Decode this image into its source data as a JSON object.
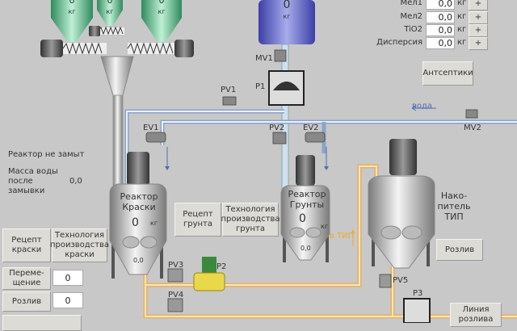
{
  "silos": [
    {
      "value": "0",
      "unit": "кг"
    },
    {
      "value": "0",
      "unit": "кг"
    },
    {
      "value": "0",
      "unit": "кг"
    }
  ],
  "water_tank": {
    "value": "0",
    "unit": "кг"
  },
  "ingredients": [
    {
      "label": "Мел1",
      "value": "0,0",
      "unit": "кг",
      "add": "+"
    },
    {
      "label": "Мел2",
      "value": "0,0",
      "unit": "кг",
      "add": "+"
    },
    {
      "label": "TiO2",
      "value": "0,0",
      "unit": "кг",
      "add": "+"
    },
    {
      "label": "Дисперсия",
      "value": "0,0",
      "unit": "кг",
      "add": "+"
    }
  ],
  "antiseptics_button": "Антсептики",
  "water_label": "вода",
  "valves": {
    "mv1": "MV1",
    "mv2": "MV2",
    "pv1": "PV1",
    "pv2": "PV2",
    "pv3": "PV3",
    "pv4": "PV4",
    "pv5": "PV5",
    "ev1": "EV1",
    "ev2": "EV2",
    "p1": "P1",
    "p2": "P2",
    "p3": "P3"
  },
  "status": {
    "wash": "Реактор не замыт",
    "water_mass_label": "Масса воды после замывки",
    "water_mass_value": "0,0"
  },
  "reactor_paint": {
    "title": "Реактор Краски",
    "value": "0",
    "unit": "кг",
    "sub": "0,0",
    "recipe": "Рецепт краски",
    "tech": "Технология производства краски"
  },
  "reactor_primer": {
    "title": "Реактор Грунты",
    "value": "0",
    "unit": "кг",
    "sub": "0,0",
    "recipe": "Рецепт грунта",
    "tech": "Технология производства грунта"
  },
  "storage": {
    "title": "Нако- питель ТИП",
    "fill_button": "Розлив",
    "to_label": "в ТИП"
  },
  "transfer": {
    "label": "Переме- щение",
    "value": "0"
  },
  "fill": {
    "label": "Розлив",
    "value": "0"
  },
  "bottling_line": "Линия розлива"
}
